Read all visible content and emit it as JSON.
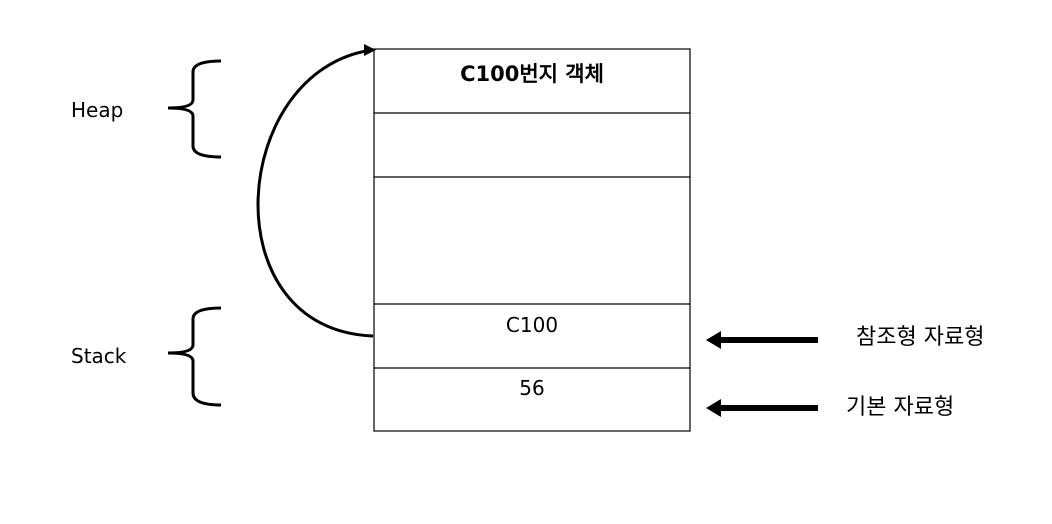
{
  "regions": {
    "heap_label": "Heap",
    "stack_label": "Stack"
  },
  "memory": {
    "heap_object": "C100번지 객체",
    "reference_value": "C100",
    "primitive_value": "56"
  },
  "annotations": {
    "reference_type": "참조형 자료형",
    "primitive_type": "기본 자료형"
  }
}
